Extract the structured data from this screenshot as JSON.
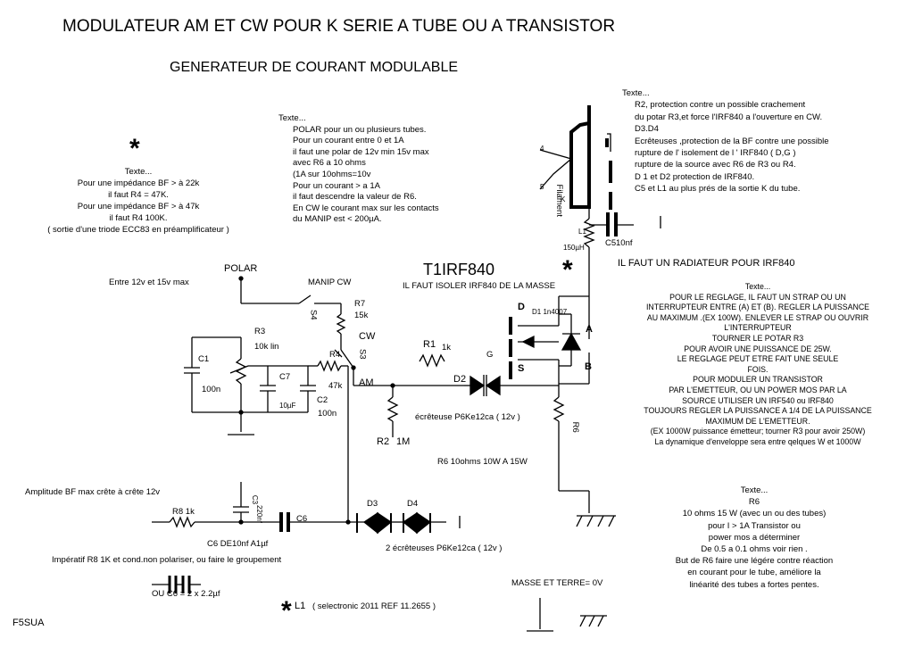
{
  "title": "MODULATEUR AM ET CW POUR K SERIE A TUBE OU A TRANSISTOR",
  "subtitle": "GENERATEUR DE COURANT MODULABLE",
  "star": "*",
  "note_left": {
    "head": "Texte...",
    "lines": [
      "Pour une impédance BF > à 22k",
      "il faut R4 = 47K.",
      "Pour une impédance BF > à 47k",
      "il faut R4 100K.",
      "( sortie d'une triode ECC83 en préamplificateur )"
    ]
  },
  "note_polar": {
    "head": "Texte...",
    "lines": [
      "POLAR pour un ou plusieurs  tubes.",
      "Pour un courant entre 0 et 1A",
      "il faut une polar de 12v min 15v max",
      "avec R6 a 10 ohms",
      "(1A sur 10ohms=10v",
      " Pour un  courant > a 1A",
      " il faut descendre la valeur de R6.",
      "En CW le courant max sur les contacts",
      "du MANIP est < 200µA."
    ]
  },
  "note_right_top": {
    "head": "Texte...",
    "lines": [
      "R2, protection contre un possible crachement",
      "du potar R3,et force l'IRF840 a l'ouverture en CW.",
      "D3.D4",
      "Ecrêteuses ,protection de la BF contre une possible",
      "rupture de l' isolement de l ' IRF840  ( D,G )",
      "rupture de la source avec R6 de R3 ou R4.",
      "D 1 et D2 protection de  IRF840.",
      "C5 et L1 au plus prés de la sortie K du tube."
    ]
  },
  "radiator": "IL FAUT UN RADIATEUR POUR IRF840",
  "t1": "T1IRF840",
  "isoler": "IL FAUT ISOLER IRF840 DE LA MASSE",
  "note_reglage": {
    "head": "Texte...",
    "lines": [
      "POUR LE REGLAGE, IL FAUT UN STRAP OU UN",
      "INTERRUPTEUR ENTRE (A) ET (B). REGLER LA PUISSANCE",
      "AU MAXIMUM .(EX 100W). ENLEVER LE STRAP OU OUVRIR",
      "L'INTERRUPTEUR",
      "TOURNER LE POTAR R3",
      "POUR AVOIR UNE PUISSANCE DE 25W.",
      "LE REGLAGE PEUT ETRE FAIT UNE SEULE",
      "FOIS.",
      "POUR MODULER UN TRANSISTOR",
      "PAR L'EMETTEUR, OU UN POWER MOS PAR LA",
      "SOURCE UTILISER UN IRF540 ou IRF840",
      "TOUJOURS REGLER LA PUISSANCE A 1/4 DE LA  PUISSANCE",
      "MAXIMUM DE L'EMETTEUR.",
      "(EX 1000W puissance émetteur; tourner R3 pour avoir 250W)",
      "La dynamique d'enveloppe sera entre qelques W et 1000W"
    ]
  },
  "note_r6": {
    "head": "Texte...",
    "lines": [
      "R6",
      "10 ohms 15 W (avec un ou des tubes)",
      "pour I > 1A   Transistor ou",
      "power mos  a  déterminer",
      "De 0.5 a 0.1 ohms voir rien .",
      "But de R6 faire une légére contre réaction",
      "en courant pour le tube, améliore la",
      "linéarité des tubes a fortes pentes."
    ]
  },
  "labels": {
    "polar": "POLAR",
    "entre": "Entre 12v et 15v max",
    "manip": "MANIP CW",
    "s4": "S4",
    "r7": "R7",
    "r7v": "15k",
    "cw": "CW",
    "am": "AM",
    "r3": "R3",
    "r3v": "10k lin",
    "r4": "R4",
    "r4v": "47k",
    "s3": "S3",
    "c1": "C1",
    "c1v": "100n",
    "c7": "C7",
    "c7v": "10µF",
    "c2": "C2",
    "c2v": "100n",
    "r1": "R1",
    "r1v": "1k",
    "g": "G",
    "d2": "D2",
    "d": "D",
    "s": "S",
    "a": "A",
    "b": "B",
    "d1": "D1  1n4007",
    "r2": "R2",
    "r2v": "1M",
    "ecreteuse": "écrêteuse  P6Ke12ca ( 12v )",
    "r6": "R6",
    "r6txt": "R6 10ohms 10W A 15W",
    "l1": "L1",
    "l1v": "150µH",
    "c5": "C5",
    "c5v": "10nf",
    "filament": "Filament",
    "k": "K",
    "pin4": "4",
    "pin5": "5",
    "ampl": "Amplitude BF max crête à crête 12v",
    "r8": "R8 1k",
    "c3": "C3",
    "c3v": "220nf",
    "c6": "C6",
    "c6txt": "C6 DE10nf A1µf",
    "imperatif": "Impératif R8 1K et cond.non polariser, ou faire le groupement",
    "ouc6": "OU C6 = 2 x 2.2µf",
    "d3": "D3",
    "d4": "D4",
    "ecreteuses2": "2 écrêteuses  P6Ke12ca ( 12v )",
    "masse": "MASSE ET TERRE= 0V",
    "l1foot": "L1",
    "selectronic": "( selectronic 2011 REF 11.2655 )",
    "f5sua": "F5SUA"
  }
}
